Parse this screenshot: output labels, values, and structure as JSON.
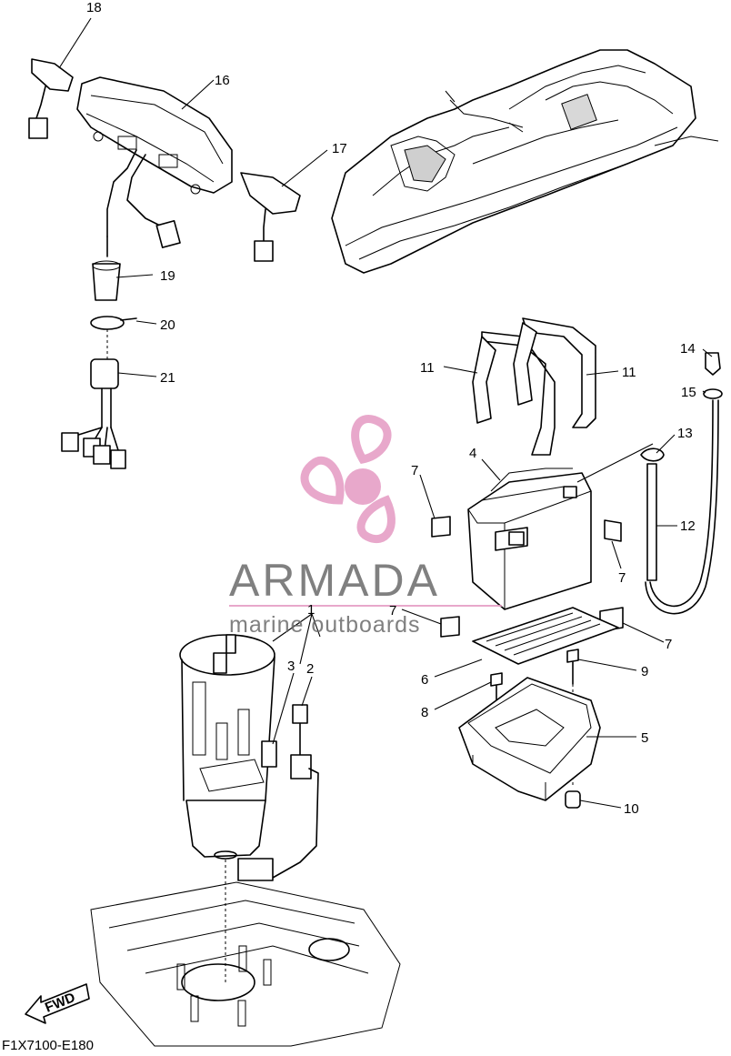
{
  "diagram": {
    "code": "F1X7100-E180",
    "direction_label": "FWD",
    "callouts": [
      {
        "id": "18",
        "label": "18"
      },
      {
        "id": "16",
        "label": "16"
      },
      {
        "id": "17",
        "label": "17"
      },
      {
        "id": "19",
        "label": "19"
      },
      {
        "id": "20",
        "label": "20"
      },
      {
        "id": "21",
        "label": "21"
      },
      {
        "id": "11a",
        "label": "11"
      },
      {
        "id": "11b",
        "label": "11"
      },
      {
        "id": "14",
        "label": "14"
      },
      {
        "id": "15",
        "label": "15"
      },
      {
        "id": "13",
        "label": "13"
      },
      {
        "id": "4",
        "label": "4"
      },
      {
        "id": "7a",
        "label": "7"
      },
      {
        "id": "12",
        "label": "12"
      },
      {
        "id": "7b",
        "label": "7"
      },
      {
        "id": "7c",
        "label": "7"
      },
      {
        "id": "7d",
        "label": "7"
      },
      {
        "id": "1",
        "label": "1"
      },
      {
        "id": "3",
        "label": "3"
      },
      {
        "id": "2",
        "label": "2"
      },
      {
        "id": "6",
        "label": "6"
      },
      {
        "id": "9",
        "label": "9"
      },
      {
        "id": "8",
        "label": "8"
      },
      {
        "id": "5",
        "label": "5"
      },
      {
        "id": "10",
        "label": "10"
      }
    ]
  },
  "watermark": {
    "title": "ARMADA",
    "subtitle": "marine outboards",
    "accent_color": "#e59ac2",
    "text_color": "#6a6a6a"
  }
}
